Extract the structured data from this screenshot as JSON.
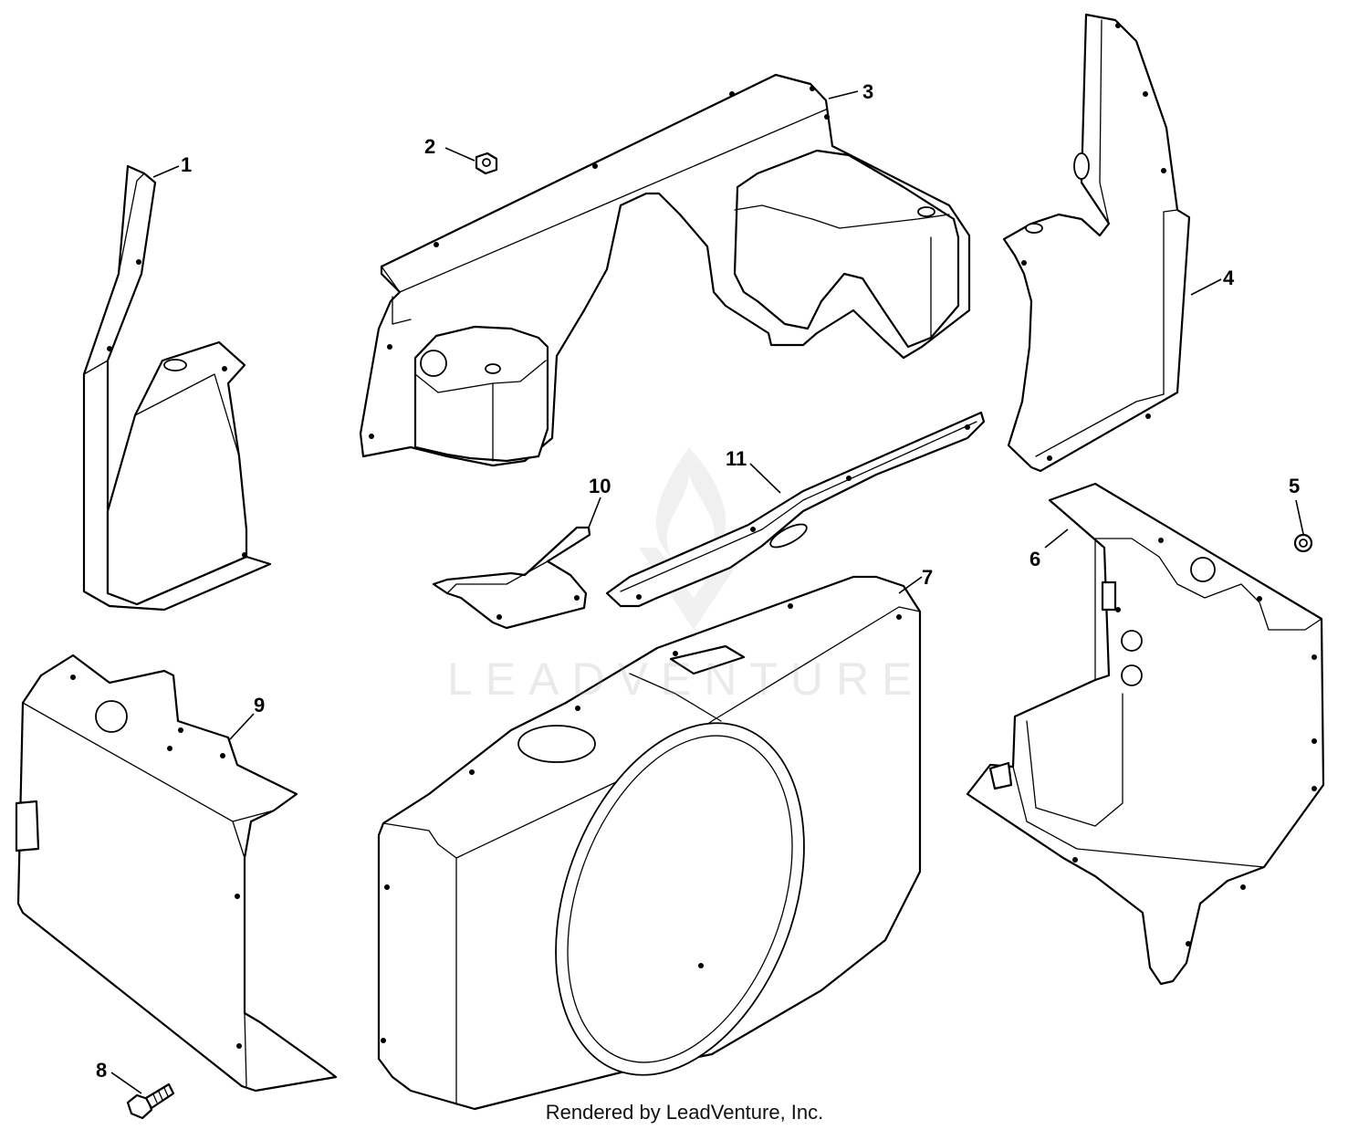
{
  "callouts": [
    "1",
    "2",
    "3",
    "4",
    "5",
    "6",
    "7",
    "8",
    "9",
    "10",
    "11"
  ],
  "watermark": {
    "text": "LEADVENTURE",
    "logo": "leadventure-flame-logo"
  },
  "footer": {
    "text": "Rendered by LeadVenture, Inc."
  }
}
